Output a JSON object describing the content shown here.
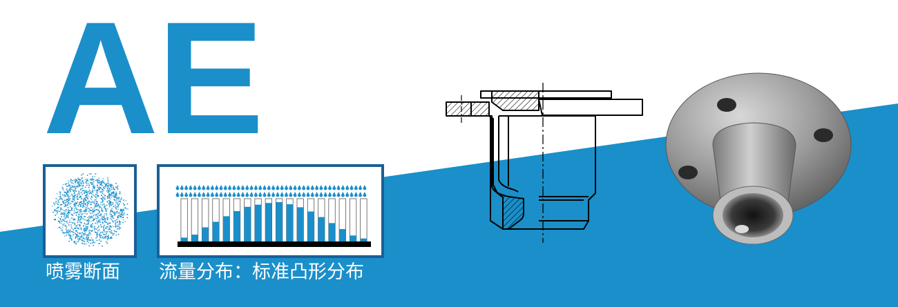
{
  "title": "AE",
  "captions": {
    "spray_section": "喷雾断面",
    "flow_distribution": "流量分布：标准凸形分布"
  },
  "flow_distribution_levels": [
    0.09,
    0.16,
    0.33,
    0.46,
    0.59,
    0.71,
    0.81,
    0.86,
    0.9,
    0.92,
    0.87,
    0.8,
    0.7,
    0.57,
    0.43,
    0.29,
    0.14,
    0.07
  ],
  "colors": {
    "brand_blue": "#1a8fca",
    "panel_border": "#1a5f96",
    "bar_fill": "#1a8fca",
    "caption_text": "#ffffff"
  }
}
